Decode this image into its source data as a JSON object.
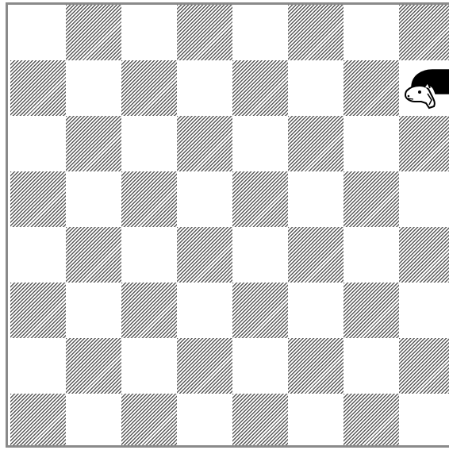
{
  "board": {
    "rows": 8,
    "cols": 8,
    "dark_color": "#5a5a5a",
    "light_color": "#ffffff",
    "frame_color": "#8a8a8a",
    "first_square_dark": false
  },
  "pieces": [
    {
      "type": "knight",
      "color": "black",
      "row": 1,
      "col": 7
    }
  ]
}
